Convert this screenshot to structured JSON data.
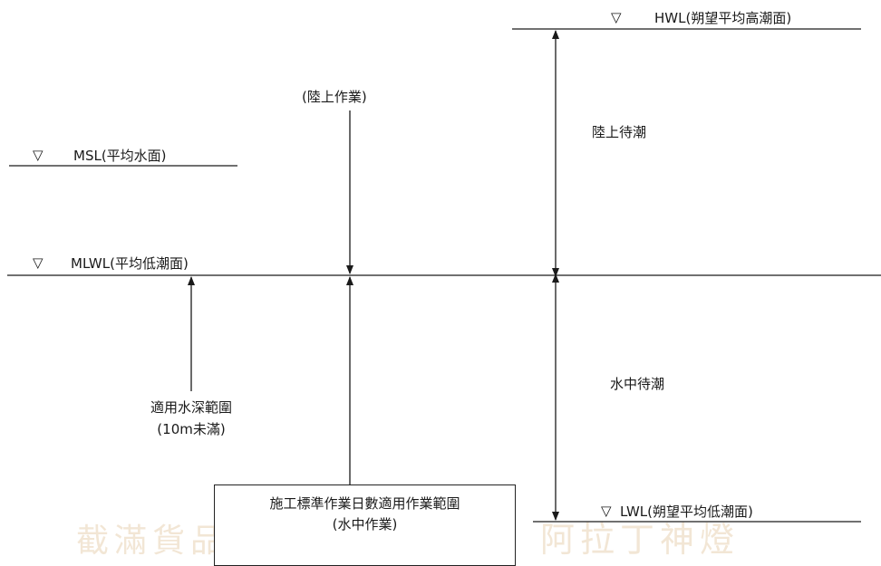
{
  "watermarks": {
    "left": "截滿貨品的驢子",
    "right": "阿拉丁神燈"
  },
  "levels": {
    "hwl": "HWL(朔望平均高潮面)",
    "msl": "MSL(平均水面)",
    "mlwl": "MLWL(平均低潮面)",
    "lwl": "LWL(朔望平均低潮面)",
    "triangle": "▽"
  },
  "labels": {
    "land_work": "(陸上作業)",
    "land_tide_wait": "陸上待潮",
    "water_tide_wait": "水中待潮",
    "depth_range_line1": "適用水深範圍",
    "depth_range_line2": "(10m未滿)"
  },
  "box": {
    "line1": "施工標準作業日數適用作業範圍",
    "line2": "(水中作業)"
  },
  "colors": {
    "line": "#1a1a1a",
    "watermark": "#e9d2b4"
  }
}
